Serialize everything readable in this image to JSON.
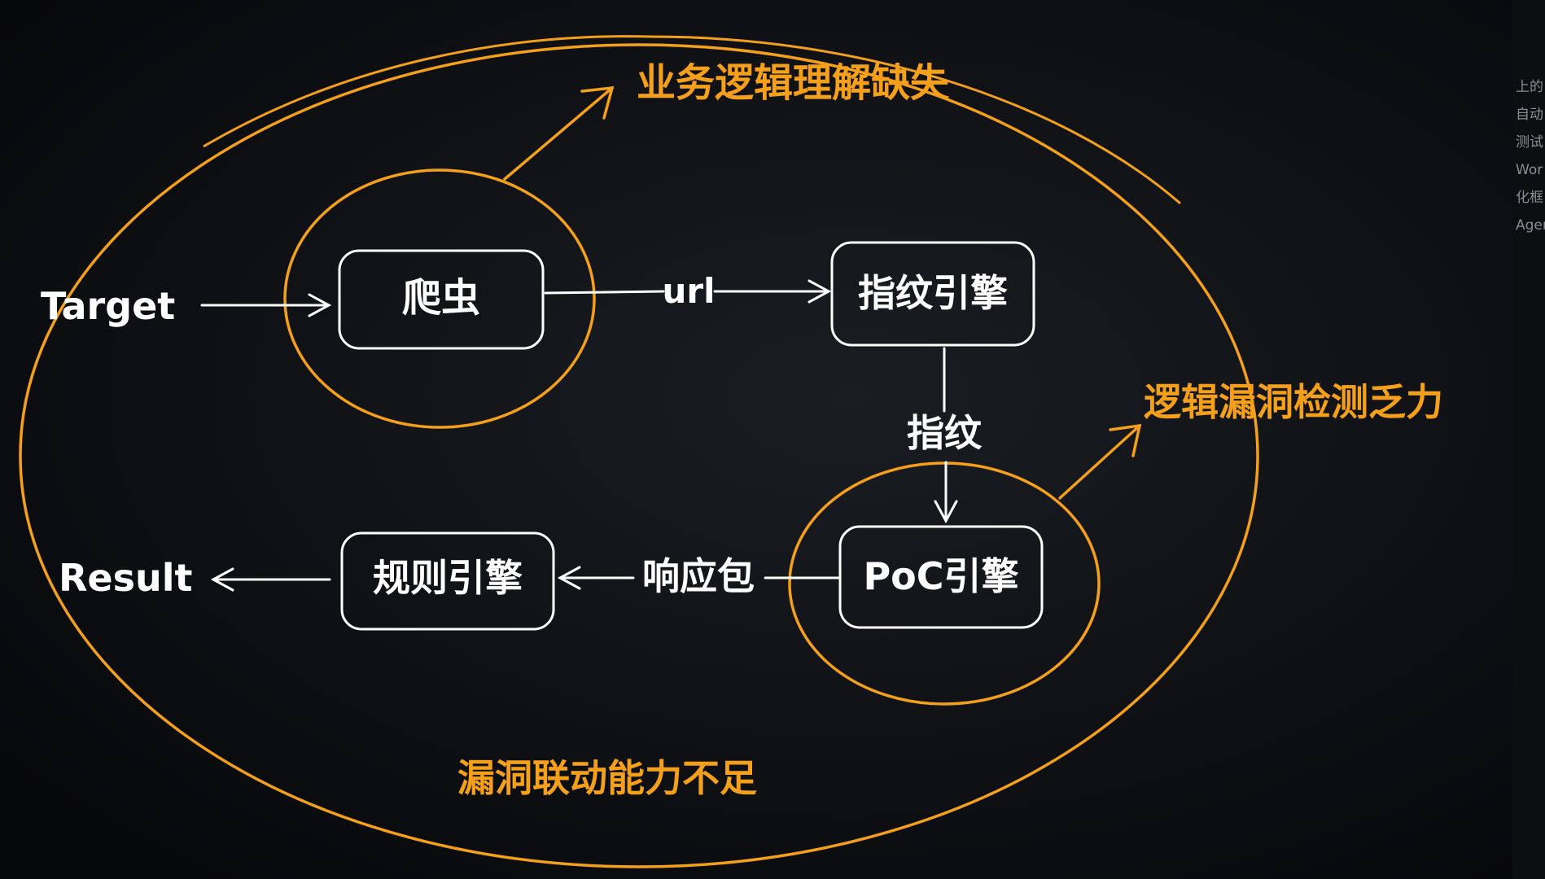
{
  "diagram": {
    "nodes": {
      "crawler": "爬虫",
      "fingerprint_engine": "指纹引擎",
      "poc_engine": "PoC引擎",
      "rule_engine": "规则引擎"
    },
    "terminals": {
      "input": "Target",
      "output": "Result"
    },
    "edge_labels": {
      "crawler_to_fingerprint": "url",
      "fingerprint_to_poc": "指纹",
      "poc_to_rule": "响应包"
    },
    "annotations": {
      "business_logic": "业务逻辑理解缺失",
      "logic_vuln_detection": "逻辑漏洞检测乏力",
      "vuln_chaining": "漏洞联动能力不足"
    },
    "colors": {
      "ink": "#ffffff",
      "highlight": "#f5a01a",
      "background": "#07080a"
    }
  },
  "side_panel": {
    "lines": [
      "上的",
      "自动",
      "测试",
      "Wor",
      "化框",
      "Agen"
    ]
  }
}
